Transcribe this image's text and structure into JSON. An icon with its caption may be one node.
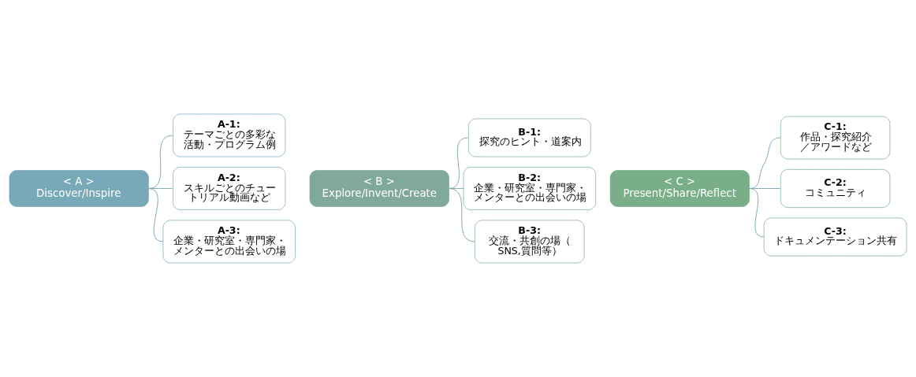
{
  "diagram": {
    "nodes": [
      {
        "text": [
          "< A >",
          "Discover/Inspire"
        ]
      },
      {
        "text": [
          "A-1:",
          "テーマごとの多彩な活動・プログラム例"
        ]
      },
      {
        "text": [
          "A-2:",
          "スキルごとのチュートリアル動画など"
        ]
      },
      {
        "text": [
          "A-3:",
          "企業・研究室・専門家・メンターとの出会いの場"
        ]
      },
      {
        "text": [
          "< B >",
          "Explore/Invent/Create"
        ]
      },
      {
        "text": [
          "B-1:",
          "探究のヒント・道案内"
        ]
      },
      {
        "text": [
          "B-2:",
          "企業・研究室・専門家・メンターとの出会いの場"
        ]
      },
      {
        "text": [
          "B-3:",
          "交流・共創の場（SNS,質問等）"
        ]
      },
      {
        "text": [
          "< C >",
          "Present/Share/Reflect"
        ]
      },
      {
        "text": [
          "C-1:",
          "作品・探究紹介／アワードなど"
        ]
      },
      {
        "text": [
          "C-2:",
          "コミュニティ"
        ]
      },
      {
        "text": [
          "C-3:",
          "ドキュメンテーション共有"
        ]
      }
    ],
    "edges": [
      {
        "from": 0,
        "to": 1,
        "arrow": "none"
      },
      {
        "from": 0,
        "to": 2,
        "arrow": "none"
      },
      {
        "from": 0,
        "to": 3,
        "arrow": "none"
      },
      {
        "from": 4,
        "to": 5,
        "arrow": "none"
      },
      {
        "from": 4,
        "to": 6,
        "arrow": "none"
      },
      {
        "from": 4,
        "to": 7,
        "arrow": "none"
      },
      {
        "from": 8,
        "to": 9,
        "arrow": "none"
      },
      {
        "from": 8,
        "to": 10,
        "arrow": "none"
      },
      {
        "from": 8,
        "to": 11,
        "arrow": "none"
      }
    ]
  }
}
